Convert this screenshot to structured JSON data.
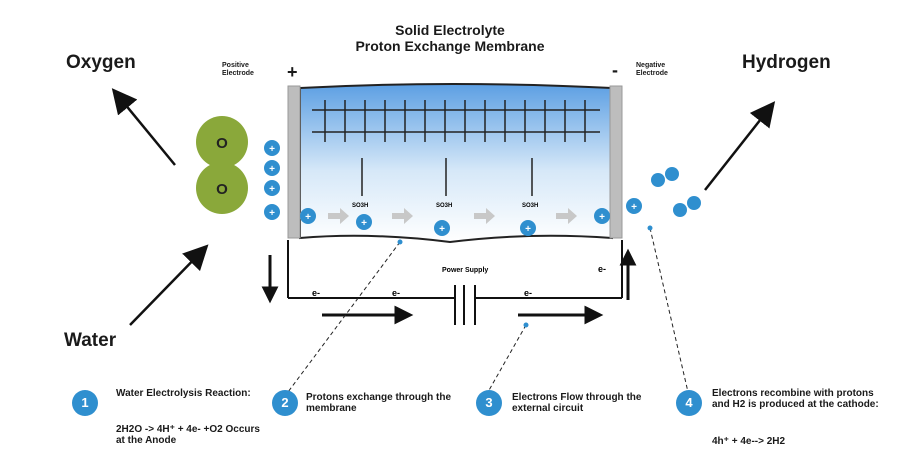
{
  "title_line1": "Solid Electrolyte",
  "title_line2": "Proton Exchange Membrane",
  "oxygen_label": "Oxygen",
  "hydrogen_label": "Hydrogen",
  "water_label": "Water",
  "positive_electrode": "Positive Electrode",
  "negative_electrode": "Negative Electrode",
  "plus_sign": "+",
  "minus_sign": "-",
  "power_supply": "Power Supply",
  "oxygen_atom": "O",
  "sulfonic_group": "SO3H",
  "electron": "e-",
  "steps": [
    {
      "num": "1",
      "text": "Water Electrolysis Reaction:",
      "equation": "2H2O -> 4H⁺ + 4e- +O2 Occurs at the Anode"
    },
    {
      "num": "2",
      "text": "Protons exchange through the membrane",
      "equation": ""
    },
    {
      "num": "3",
      "text": "Electrons Flow through the external circuit",
      "equation": ""
    },
    {
      "num": "4",
      "text": "Electrons recombine with protons and H2 is produced at the cathode:",
      "equation": "4h⁺ + 4e--> 2H2"
    }
  ],
  "colors": {
    "accent": "#2f8fcf",
    "oxygen": "#8aa83a",
    "membrane_top": "#6fa9e6",
    "electrode": "#bdbdbd"
  }
}
